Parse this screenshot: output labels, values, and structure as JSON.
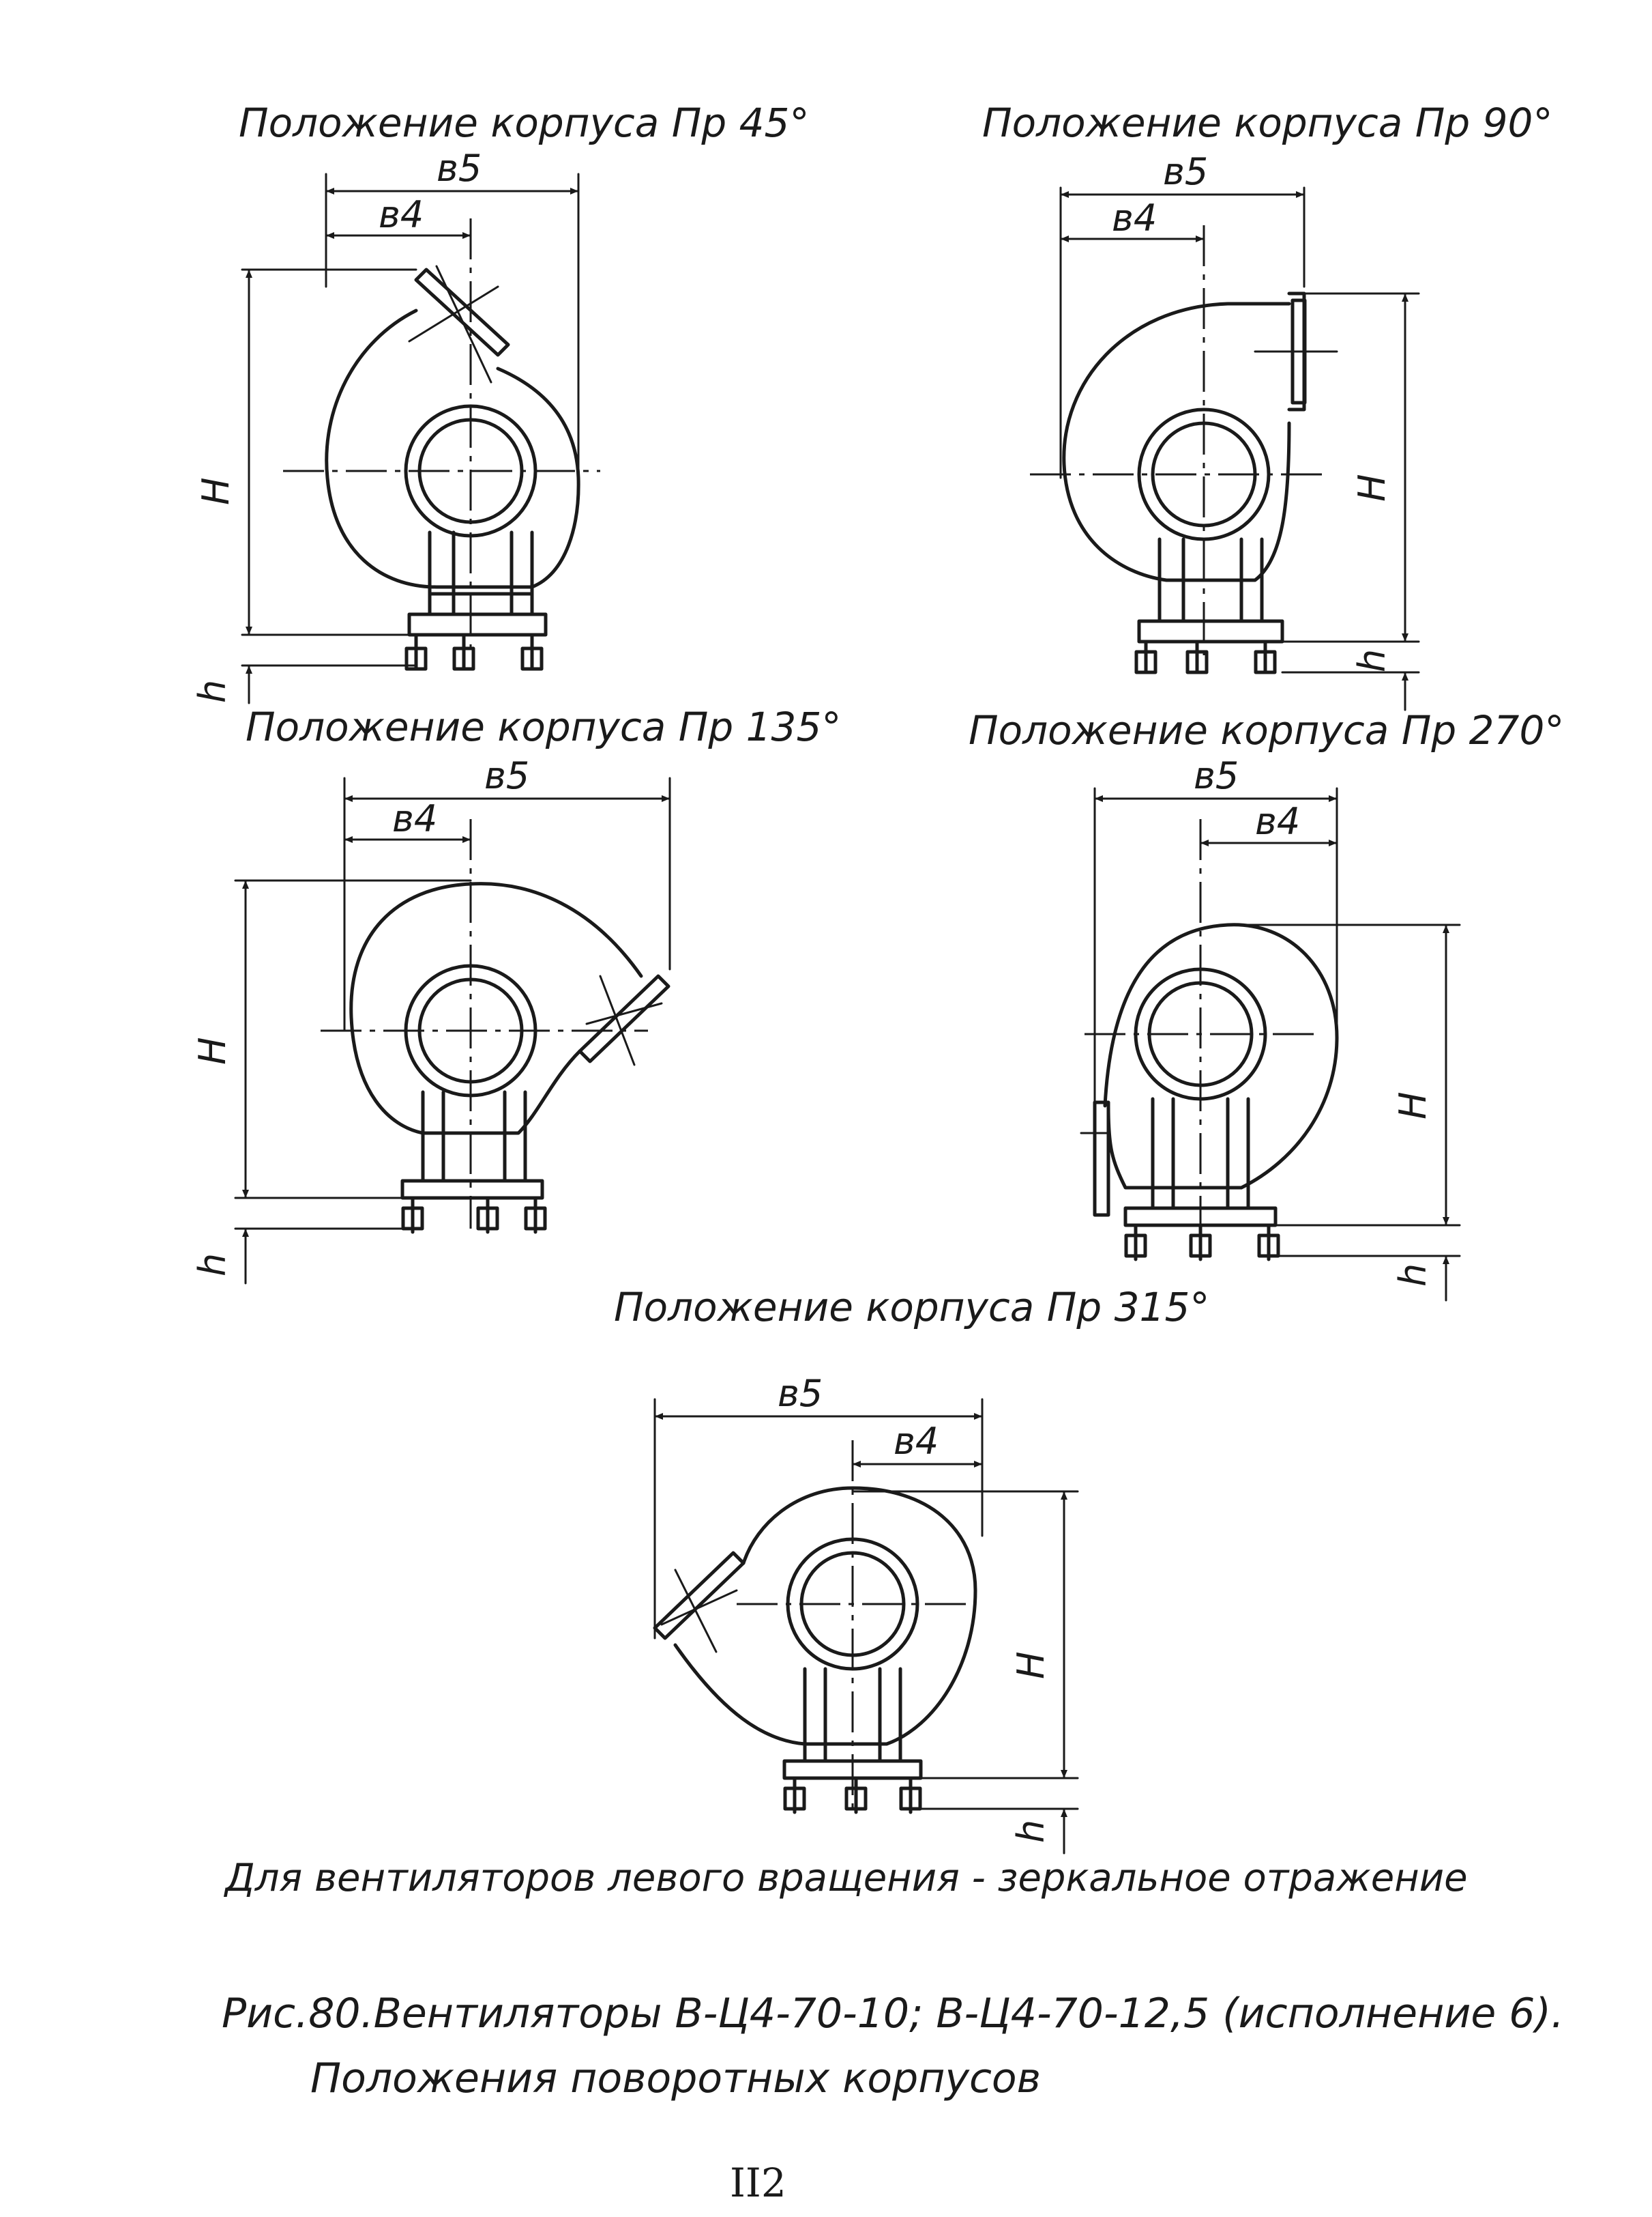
{
  "views": [
    {
      "id": "pr45",
      "title": "Положение корпуса Пр 45°",
      "dims": {
        "b5": "в5",
        "b4": "в4",
        "H": "H",
        "h": "h"
      }
    },
    {
      "id": "pr90",
      "title": "Положение корпуса Пр 90°",
      "dims": {
        "b5": "в5",
        "b4": "в4",
        "H": "H",
        "h": "h"
      }
    },
    {
      "id": "pr135",
      "title": "Положение корпуса Пр 135°",
      "dims": {
        "b5": "в5",
        "b4": "в4",
        "H": "H",
        "h": "h"
      }
    },
    {
      "id": "pr270",
      "title": "Положение корпуса Пр 270°",
      "dims": {
        "b5": "в5",
        "b4": "в4",
        "H": "H",
        "h": "h"
      }
    },
    {
      "id": "pr315",
      "title": "Положение корпуса Пр 315°",
      "dims": {
        "b5": "в5",
        "b4": "в4",
        "H": "H",
        "h": "h"
      }
    }
  ],
  "note": "Для вентиляторов левого вращения - зеркальное отражение",
  "caption": {
    "line1": "Рис.80.Вентиляторы В-Ц4-70-10; В-Ц4-70-12,5 (исполнение 6).",
    "line2": "Положения поворотных корпусов"
  },
  "page_number": "II2"
}
